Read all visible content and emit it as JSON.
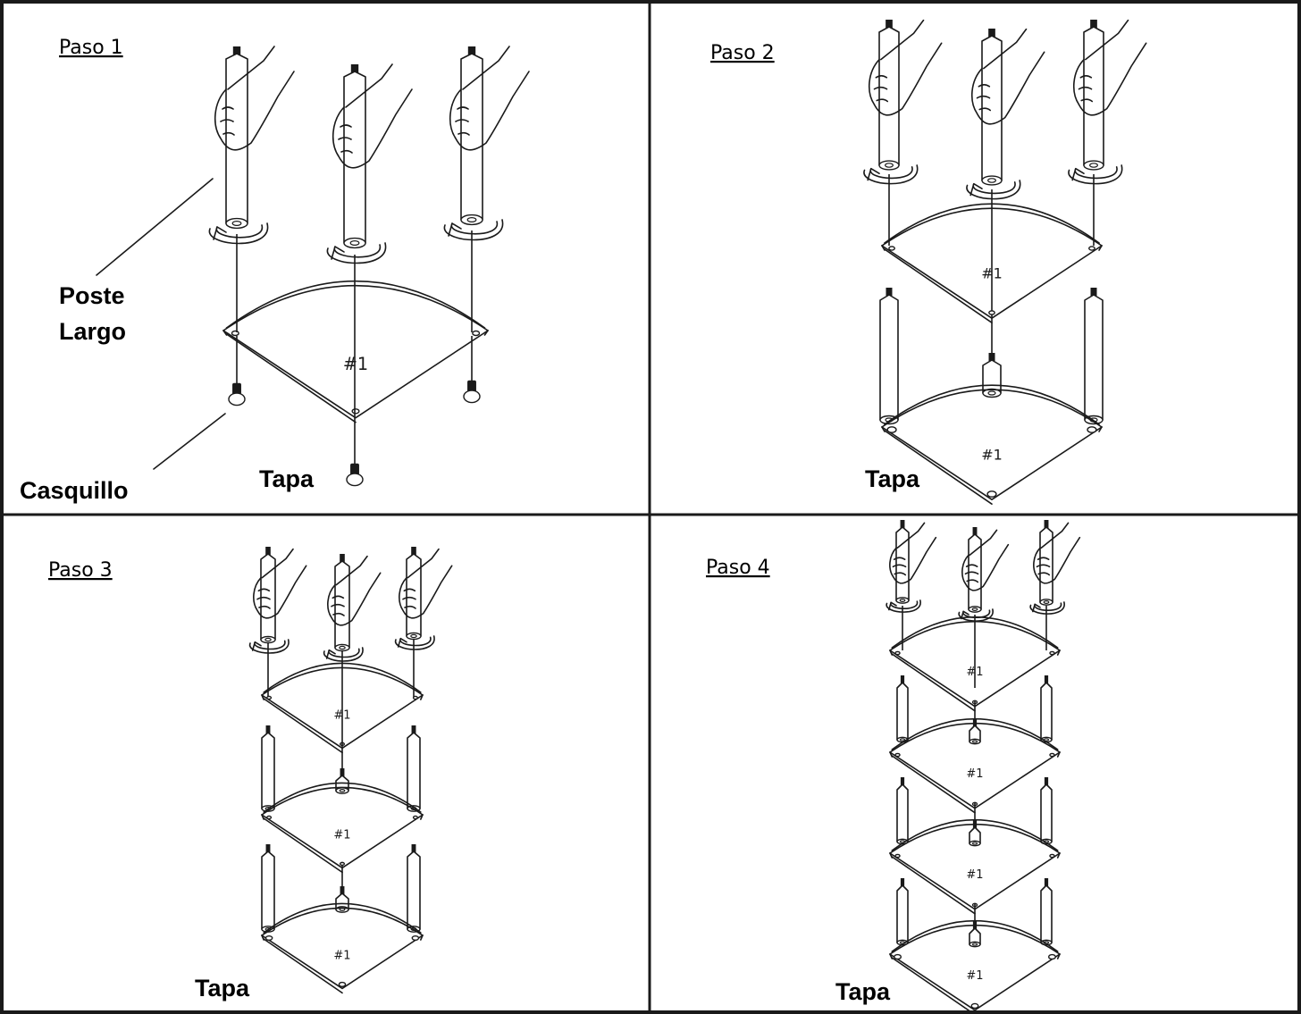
{
  "panels": [
    {
      "step": "Paso 1",
      "shelf_count": 1,
      "top": "Tapa"
    },
    {
      "step": "Paso 2",
      "shelf_count": 2,
      "top": "Tapa"
    },
    {
      "step": "Paso 3",
      "shelf_count": 3,
      "top": "Tapa"
    },
    {
      "step": "Paso 4",
      "shelf_count": 4,
      "top": "Tapa"
    }
  ],
  "labels": {
    "shelf": "#1",
    "post_line1": "Poste",
    "post_line2": "Largo",
    "bushing": "Casquillo"
  },
  "colors": {
    "ink": "#1a1a1a",
    "background": "#ffffff"
  }
}
